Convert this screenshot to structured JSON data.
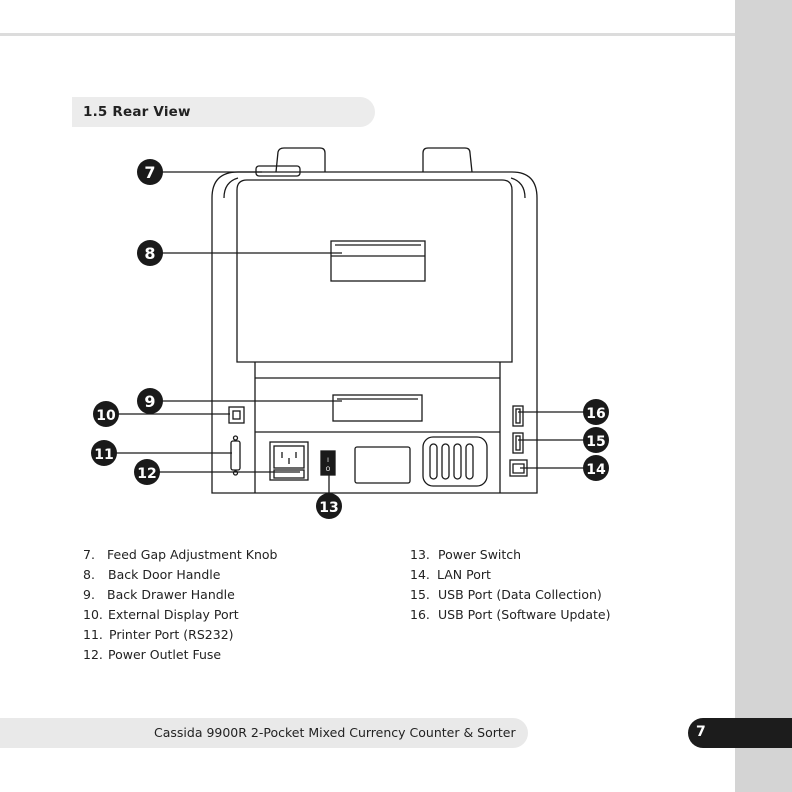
{
  "section": {
    "title": "1.5  Rear View"
  },
  "callouts": [
    "7",
    "8",
    "9",
    "10",
    "11",
    "12",
    "13",
    "14",
    "15",
    "16"
  ],
  "legend_left": [
    {
      "num": "7.",
      "label": "Feed Gap Adjustment Knob"
    },
    {
      "num": "8.",
      "label": "Back Door Handle"
    },
    {
      "num": "9.",
      "label": "Back Drawer Handle"
    },
    {
      "num": "10.",
      "label": "External Display Port"
    },
    {
      "num": "11.",
      "label": "Printer Port (RS232)"
    },
    {
      "num": "12.",
      "label": "Power Outlet Fuse"
    }
  ],
  "legend_right": [
    {
      "num": "13.",
      "label": "Power Switch"
    },
    {
      "num": "14.",
      "label": "LAN Port"
    },
    {
      "num": "15.",
      "label": "USB Port (Data Collection)"
    },
    {
      "num": "16.",
      "label": "USB Port (Software Update)"
    }
  ],
  "footer": {
    "title": "Cassida 9900R 2-Pocket Mixed Currency Counter & Sorter",
    "page_number": "7"
  },
  "switch_marks": {
    "on": "I",
    "off": "O"
  }
}
